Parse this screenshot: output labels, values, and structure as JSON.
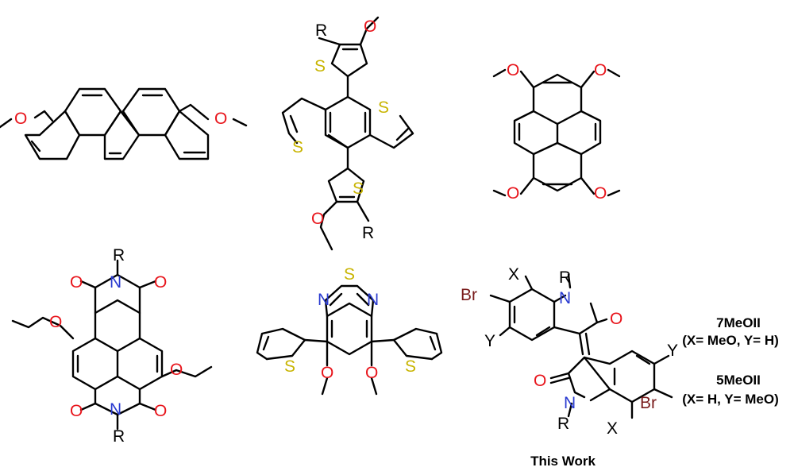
{
  "colors": {
    "bond": "#000000",
    "oxygen": "#e8141b",
    "sulfur": "#c8b400",
    "nitrogen": "#2a3bd0",
    "bromine": "#7a1c1c",
    "carbon_label": "#000000"
  },
  "atoms": {
    "o": "O",
    "s": "S",
    "n": "N",
    "r": "R",
    "br": "Br",
    "x": "X",
    "y": "Y"
  },
  "labels": {
    "compound_a": "7MeOII",
    "compound_a_sub": "(X= MeO, Y= H)",
    "compound_b": "5MeOII",
    "compound_b_sub": "(X= H, Y= MeO)",
    "this_work": "This Work"
  }
}
